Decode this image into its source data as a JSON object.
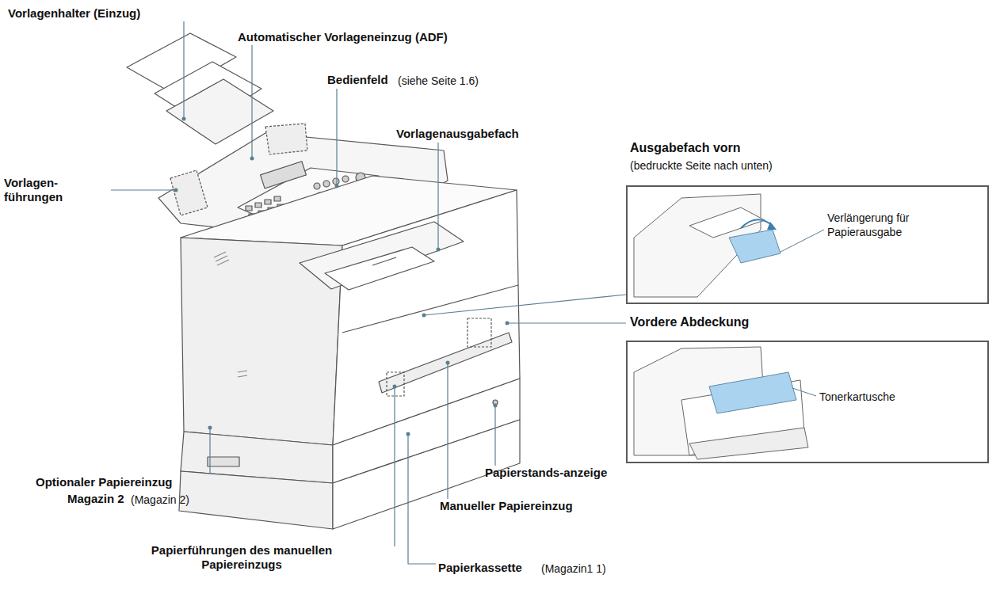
{
  "diagram": {
    "nodes": [
      {
        "text": [
          "Ausgabefach vorn",
          "(bedruckte Seite nach unten)",
          "Verlängerung für Papierausgabe"
        ]
      },
      {
        "text": [
          "Tonerkartusche"
        ]
      }
    ],
    "labels": [
      "Vorlagenhalter (Einzug)",
      "Automatischer Vorlageneinzug (ADF)",
      "Bedienfeld",
      "(siehe Seite 1.6)",
      "Vorlagenausgabefach",
      "Vorlagen- führungen",
      "Vordere Abdeckung",
      "Papierstands-anzeige",
      "Optionaler Papiereinzug",
      "Magazin 2",
      "(Magazin 2)",
      "Manueller Papiereinzug",
      "Papierführungen des manuellen Papiereinzugs",
      "Papierkassette",
      "(Magazin1 1)"
    ]
  }
}
